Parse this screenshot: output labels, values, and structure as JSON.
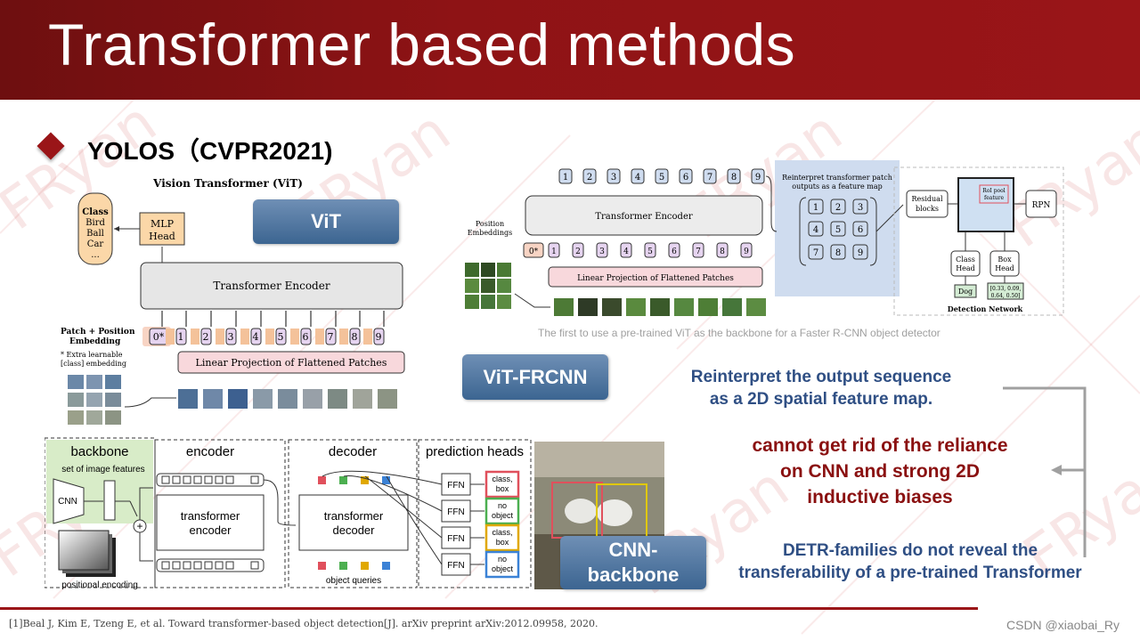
{
  "header": {
    "title": "Transformer based methods"
  },
  "section": {
    "title": "YOLOS（CVPR2021)"
  },
  "watermark": "FRyan",
  "badges": {
    "vit": "ViT",
    "vit_frcnn": "ViT-FRCNN",
    "cnn_backbone": "CNN-\nbackbone"
  },
  "vit_figure": {
    "title": "Vision Transformer (ViT)",
    "class_box": [
      "Class",
      "Bird",
      "Ball",
      "Car",
      "..."
    ],
    "mlp_head": [
      "MLP",
      "Head"
    ],
    "encoder": "Transformer Encoder",
    "patch_label": [
      "Patch + Position",
      "Embedding"
    ],
    "extra_note": [
      "* Extra learnable",
      "[class] embedding"
    ],
    "linear_proj": "Linear Projection of Flattened Patches",
    "tokens": [
      "0*",
      "1",
      "2",
      "3",
      "4",
      "5",
      "6",
      "7",
      "8",
      "9"
    ]
  },
  "frcnn_figure": {
    "top_tokens": [
      "1",
      "2",
      "3",
      "4",
      "5",
      "6",
      "7",
      "8",
      "9"
    ],
    "encoder": "Transformer Encoder",
    "pos_label": [
      "Position",
      "Embeddings"
    ],
    "tokens": [
      "0*",
      "1",
      "2",
      "3",
      "4",
      "5",
      "6",
      "7",
      "8",
      "9"
    ],
    "linear_proj": "Linear Projection of Flattened Patches",
    "reinterpret": [
      "Reinterpret transformer patch",
      "outputs as a feature map"
    ],
    "grid": [
      "1",
      "2",
      "3",
      "4",
      "5",
      "6",
      "7",
      "8",
      "9"
    ],
    "residual": [
      "Residual",
      "blocks"
    ],
    "roi": [
      "RoI pool",
      "feature"
    ],
    "rpn": "RPN",
    "class_head": [
      "Class",
      "Head"
    ],
    "box_head": [
      "Box",
      "Head"
    ],
    "dog": "Dog",
    "box_vals": [
      "[0.33, 0.09,",
      "0.64, 0.50]"
    ],
    "detection_network": "Detection Network"
  },
  "detr_figure": {
    "backbone": "backbone",
    "image_features": "set of image features",
    "cnn": "CNN",
    "positional": "positional encoding",
    "encoder_title": "encoder",
    "encoder_box": [
      "transformer",
      "encoder"
    ],
    "decoder_title": "decoder",
    "decoder_box": [
      "transformer",
      "decoder"
    ],
    "object_queries": "object queries",
    "heads_title": "prediction heads",
    "ffn": "FFN",
    "outputs": [
      [
        "class,",
        "box"
      ],
      [
        "no",
        "object"
      ],
      [
        "class,",
        "box"
      ],
      [
        "no",
        "object"
      ]
    ],
    "output_colors": [
      "#e0505c",
      "#4caf50",
      "#e0a800",
      "#3b82d6"
    ],
    "plus": "+"
  },
  "caption": "The first to use a pre-trained ViT as the backbone for a Faster R-CNN object detector",
  "notes": {
    "reinterpret": [
      "Reinterpret the output sequence",
      "as a 2D spatial feature map."
    ],
    "reliance": [
      "cannot get rid of the reliance",
      "on CNN and strong 2D",
      "inductive biases"
    ],
    "detr": [
      "DETR-families do not reveal the",
      "transferability of a pre-trained Transformer"
    ]
  },
  "footer": {
    "reference": "[1]Beal J, Kim E, Tzeng E, et al. Toward transformer-based object detection[J]. arXiv preprint arXiv:2012.09958, 2020.",
    "credit": "CSDN @xiaobai_Ry"
  }
}
